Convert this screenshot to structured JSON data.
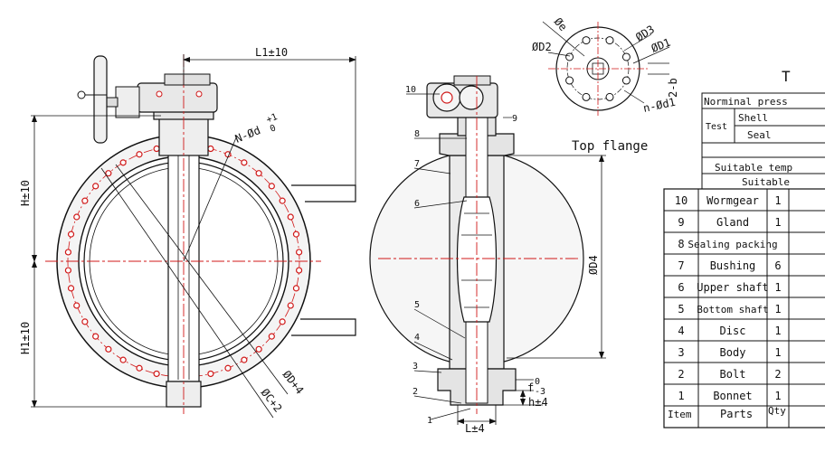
{
  "front_view": {
    "dim_top_length": "L1±10",
    "dim_hole_spec": "N-Ød",
    "dim_hole_tol_upper": "+1",
    "dim_hole_tol_lower": "0",
    "dim_height_upper": "H±10",
    "dim_height_lower": "H1±10",
    "dim_flange_od": "ØD+4",
    "dim_bolt_circle": "ØC+2"
  },
  "side_view": {
    "callouts": [
      "10",
      "8",
      "7",
      "6",
      "5",
      "4",
      "3",
      "2",
      "1",
      "9"
    ],
    "dim_body_dia": "ØD4",
    "dim_f": "f",
    "dim_f_upper": "0",
    "dim_f_lower": "-3",
    "dim_h": "h±4",
    "dim_l": "L±4"
  },
  "top_flange": {
    "title": "Top flange",
    "labels": {
      "e": "Øe",
      "d3": "ØD3",
      "d2": "ØD2",
      "d1": "ØD1",
      "b": "2-b",
      "nd1": "n-Ød1"
    }
  },
  "spec_table": {
    "title_fragment": "T",
    "pressure_label": "Norminal press",
    "test_label": "Test",
    "shell_label": "Shell",
    "seal_label": "Seal",
    "temp_label": "Suitable temp",
    "medium_label": "Suitable"
  },
  "parts_table": {
    "rows": [
      {
        "item": "10",
        "part": "Wormgear",
        "qty": "1"
      },
      {
        "item": "9",
        "part": "Gland",
        "qty": "1"
      },
      {
        "item": "8",
        "part": "Sealing packing",
        "qty": ""
      },
      {
        "item": "7",
        "part": "Bushing",
        "qty": "6"
      },
      {
        "item": "6",
        "part": "Upper shaft",
        "qty": "1"
      },
      {
        "item": "5",
        "part": "Bottom shaft",
        "qty": "1"
      },
      {
        "item": "4",
        "part": "Disc",
        "qty": "1"
      },
      {
        "item": "3",
        "part": "Body",
        "qty": "1"
      },
      {
        "item": "2",
        "part": "Bolt",
        "qty": "2"
      },
      {
        "item": "1",
        "part": "Bonnet",
        "qty": "1"
      }
    ],
    "header": {
      "item": "Item",
      "part": "Parts",
      "qty": "Qty"
    }
  },
  "colors": {
    "line": "#111111",
    "center_line": "#d01818",
    "hole": "#d01818",
    "fill": "#eeeeee"
  }
}
